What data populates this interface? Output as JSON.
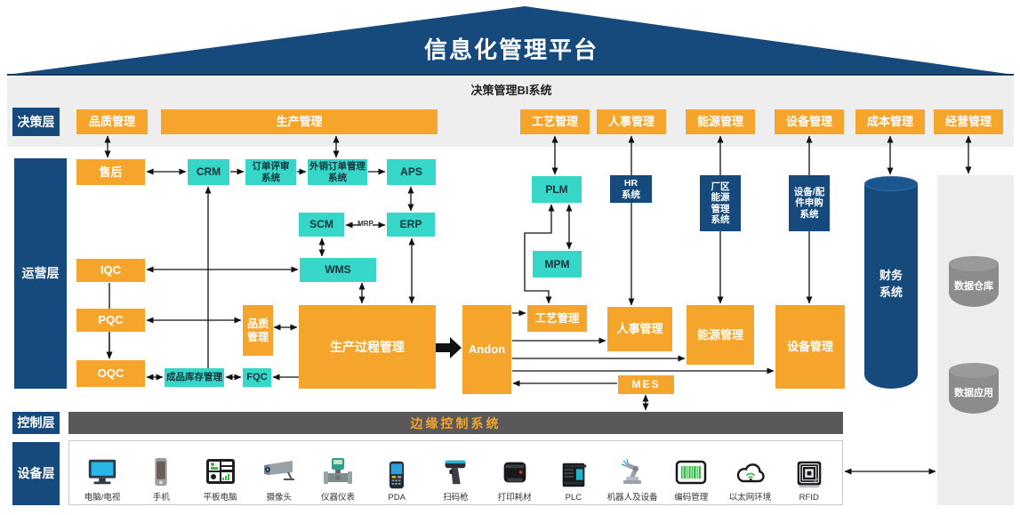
{
  "title": "信息化管理平台",
  "subtitle": "决策管理BI系统",
  "layers": {
    "decision": "决策层",
    "operation": "运营层",
    "control": "控制层",
    "device": "设备层"
  },
  "decision_row": {
    "quality": "品质管理",
    "production": "生产管理",
    "process": "工艺管理",
    "hr": "人事管理",
    "energy": "能源管理",
    "equipment": "设备管理",
    "cost": "成本管理",
    "business": "经营管理"
  },
  "operations": {
    "after_sales": "售后",
    "crm": "CRM",
    "order_review": "订单评审\n系统",
    "export_order": "外销订单管理\n系统",
    "aps": "APS",
    "scm": "SCM",
    "erp": "ERP",
    "mrp": "MRP",
    "wms": "WMS",
    "iqc": "IQC",
    "pqc": "PQC",
    "oqc": "OQC",
    "quality_mgmt": "品质\n管理",
    "production_process": "生产过程管理",
    "andon": "Andon",
    "fg_inventory": "成品库存管理",
    "fqc": "FQC",
    "process_mgmt": "工艺管理",
    "hr_mgmt": "人事管理",
    "energy_mgmt": "能源管理",
    "equipment_mgmt": "设备管理",
    "mes": "MES",
    "plm": "PLM",
    "mpm": "MPM",
    "hr_system": "HR\n系统",
    "park_energy_system": "厂区\n能源\n管理\n系统",
    "equipment_purchase_system": "设备/配\n件申购\n系统",
    "finance_system": "财务\n系统"
  },
  "right_panel": {
    "data_warehouse": "数据仓库",
    "data_application": "数据应用"
  },
  "control": {
    "edge_system": "边缘控制系统"
  },
  "devices": [
    {
      "icon": "monitor-icon",
      "label": "电脑/电视"
    },
    {
      "icon": "smartphone-icon",
      "label": "手机"
    },
    {
      "icon": "tablet-icon",
      "label": "平板电脑"
    },
    {
      "icon": "camera-icon",
      "label": "摄像头"
    },
    {
      "icon": "instrument-icon",
      "label": "仪器仪表"
    },
    {
      "icon": "pda-icon",
      "label": "PDA"
    },
    {
      "icon": "barcode-scanner-icon",
      "label": "扫码枪"
    },
    {
      "icon": "printer-icon",
      "label": "打印耗材"
    },
    {
      "icon": "plc-icon",
      "label": "PLC"
    },
    {
      "icon": "robot-arm-icon",
      "label": "机器人及设备"
    },
    {
      "icon": "barcode-icon",
      "label": "编码管理"
    },
    {
      "icon": "ethernet-cloud-icon",
      "label": "以太网环境"
    },
    {
      "icon": "rfid-icon",
      "label": "RFID"
    }
  ],
  "colors": {
    "navy": "#164A7C",
    "orange": "#F5A42C",
    "teal": "#36D6C9",
    "control_bar": "#595959",
    "panel_gray": "#EDEDED",
    "cylinder_gray": "#8C8C8C",
    "band_gray": "#EEEEEE",
    "edge_system_text": "#F5A42C"
  }
}
